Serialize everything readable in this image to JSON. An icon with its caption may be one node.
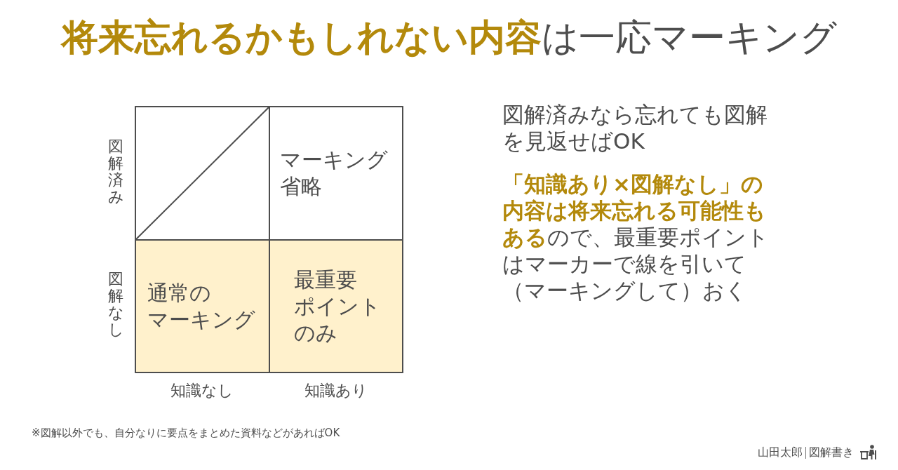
{
  "diagram": {
    "title": "**将来忘れるかもしれない内容**は一応マーキング",
    "nodes": [
      {
        "text": [],
        "shape": "box"
      },
      {
        "text": [
          "マーキング省略"
        ]
      },
      {
        "text": [
          "通常のマーキング"
        ]
      },
      {
        "text": [
          "最重要ポイントのみ"
        ]
      }
    ],
    "labels": [
      "図解済み",
      "図解なし",
      "知識なし",
      "知識あり",
      "図解済みなら忘れても図解を見返せばOK",
      "**「知識あり×図解なし」の内容は将来忘れる可能性もある**ので、最重要ポイントはマーカーで線を引いて（マーキングして）おく",
      "※図解以外でも、自分なりに要点をまとめた資料などがあればOK",
      "山田太郎",
      "図解書き"
    ]
  }
}
